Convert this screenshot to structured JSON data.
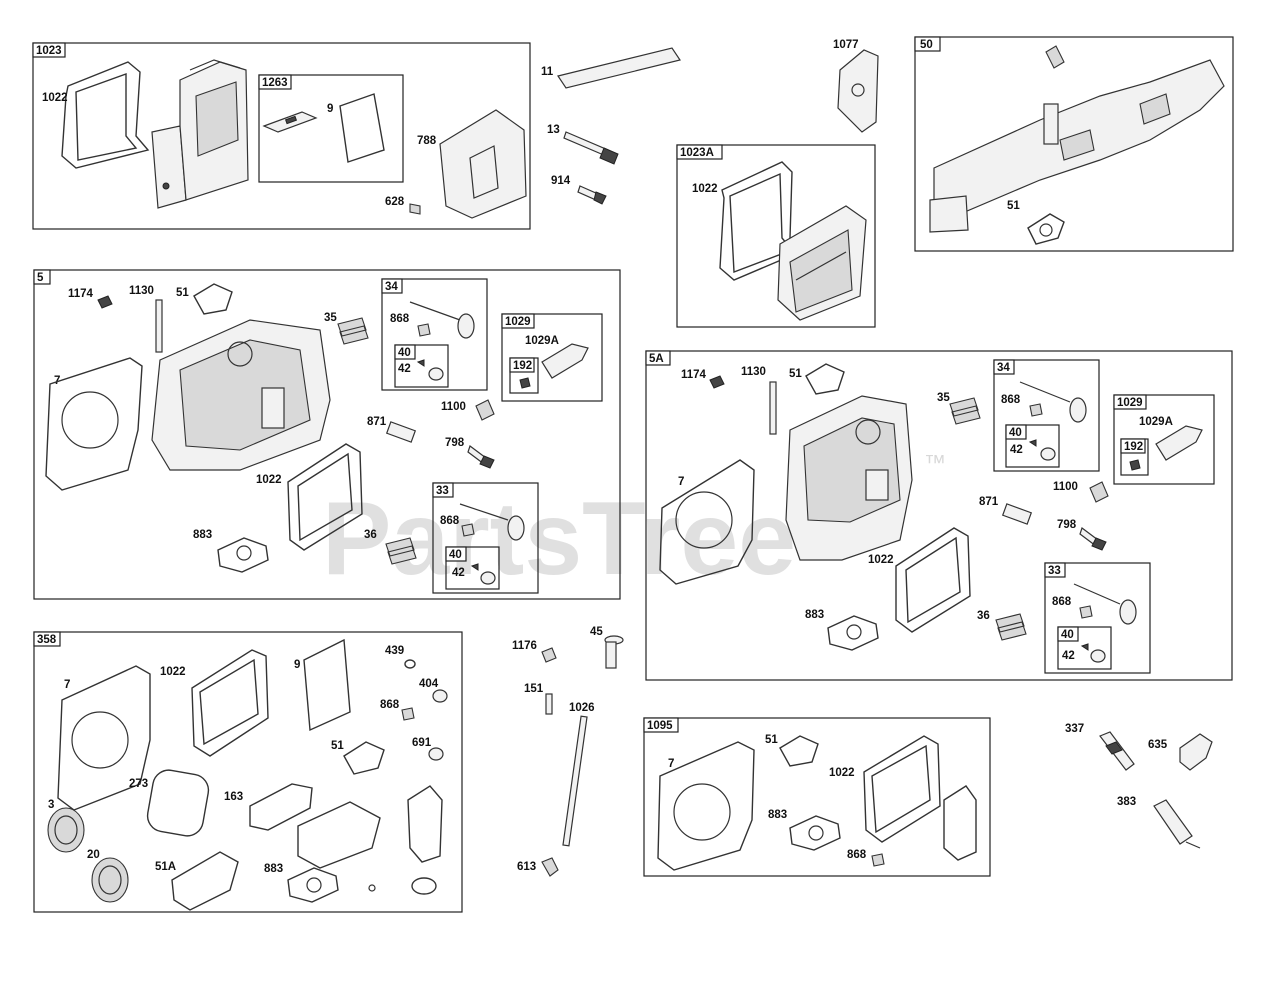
{
  "watermark": {
    "text": "PartsTree",
    "tm": "™"
  },
  "groups": {
    "g1023": {
      "tag": "1023",
      "labels": {
        "a": "1022",
        "b": "788",
        "c": "628"
      }
    },
    "g1263": {
      "tag": "1263",
      "labels": {
        "a": "9"
      }
    },
    "g1023A": {
      "tag": "1023A",
      "labels": {
        "a": "1022"
      }
    },
    "g50": {
      "tag": "50",
      "labels": {
        "a": "51"
      }
    },
    "g5": {
      "tag": "5",
      "labels": {
        "a": "1174",
        "b": "1130",
        "c": "51",
        "d": "35",
        "e": "7",
        "f": "871",
        "g": "1100",
        "h": "798",
        "i": "1022",
        "j": "883",
        "k": "36"
      }
    },
    "g5_34": {
      "tag": "34",
      "labels": {
        "a": "868"
      }
    },
    "g5_40a": {
      "tag": "40",
      "labels": {
        "a": "42"
      }
    },
    "g5_1029": {
      "tag": "1029",
      "labels": {
        "a": "1029A"
      }
    },
    "g5_192": {
      "tag": "192"
    },
    "g5_33": {
      "tag": "33",
      "labels": {
        "a": "868"
      }
    },
    "g5_40b": {
      "tag": "40",
      "labels": {
        "a": "42"
      }
    },
    "g5A": {
      "tag": "5A",
      "labels": {
        "a": "1174",
        "b": "1130",
        "c": "51",
        "d": "35",
        "e": "7",
        "f": "871",
        "g": "1100",
        "h": "798",
        "i": "1022",
        "j": "883",
        "k": "36"
      }
    },
    "g5A_34": {
      "tag": "34",
      "labels": {
        "a": "868"
      }
    },
    "g5A_40a": {
      "tag": "40",
      "labels": {
        "a": "42"
      }
    },
    "g5A_1029": {
      "tag": "1029",
      "labels": {
        "a": "1029A"
      }
    },
    "g5A_192": {
      "tag": "192"
    },
    "g5A_33": {
      "tag": "33",
      "labels": {
        "a": "868"
      }
    },
    "g5A_40b": {
      "tag": "40",
      "labels": {
        "a": "42"
      }
    },
    "g358": {
      "tag": "358",
      "labels": {
        "a": "7",
        "b": "1022",
        "c": "9",
        "d": "439",
        "e": "404",
        "f": "868",
        "g": "51",
        "h": "691",
        "i": "273",
        "j": "163",
        "k": "3",
        "l": "20",
        "m": "51A",
        "n": "883"
      }
    },
    "g1095": {
      "tag": "1095",
      "labels": {
        "a": "7",
        "b": "51",
        "c": "1022",
        "d": "883",
        "e": "868"
      }
    }
  },
  "loose": {
    "p11": "11",
    "p13": "13",
    "p914": "914",
    "p1077": "1077",
    "p1176": "1176",
    "p45": "45",
    "p151": "151",
    "p1026": "1026",
    "p613": "613",
    "p337": "337",
    "p635": "635",
    "p383": "383"
  }
}
